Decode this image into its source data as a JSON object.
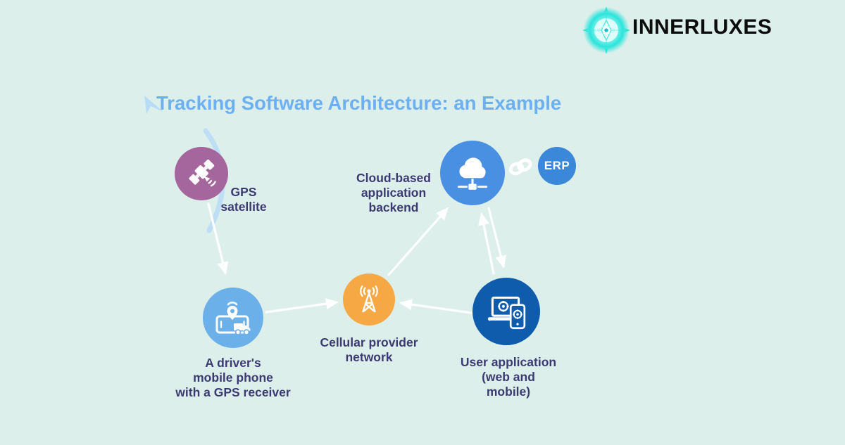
{
  "background_color": "#ddefea",
  "header": {
    "logo_text": "INNERLUXES",
    "logo_icon": "compass-target-icon",
    "logo_icon_color": "#2ee4dc",
    "logo_text_color": "#0c0c0c"
  },
  "title": {
    "text": "Tracking Software Architecture: an Example",
    "color": "#6cb0f2"
  },
  "diagram": {
    "label_color": "#3b3a72",
    "arrow_color": "#ffffff",
    "decoration_color": "#b9dcf6",
    "nodes": {
      "gps_satellite": {
        "lines": [
          "GPS",
          "satellite"
        ],
        "color": "#a5669d",
        "icon": "satellite-icon"
      },
      "driver_phone": {
        "lines": [
          "A driver's",
          "mobile phone",
          "with a GPS receiver"
        ],
        "color": "#6cb0ea",
        "icon": "phone-gps-truck-icon"
      },
      "cellular_network": {
        "lines": [
          "Cellular provider",
          "network"
        ],
        "color": "#f6a845",
        "icon": "radio-tower-icon"
      },
      "cloud_backend": {
        "lines": [
          "Cloud-based",
          "application",
          "backend"
        ],
        "color": "#4a90e2",
        "icon": "cloud-network-icon"
      },
      "erp": {
        "label": "ERP",
        "color": "#3b87d9"
      },
      "user_application": {
        "lines": [
          "User application",
          "(web and",
          "mobile)"
        ],
        "color": "#0e5cab",
        "icon": "laptop-mobile-icon"
      }
    },
    "connections": [
      {
        "from": "gps_satellite",
        "to": "driver_phone"
      },
      {
        "from": "driver_phone",
        "to": "cellular_network"
      },
      {
        "from": "cellular_network",
        "to": "cloud_backend"
      },
      {
        "from": "user_application",
        "to": "cellular_network"
      },
      {
        "from": "user_application",
        "to": "cloud_backend"
      },
      {
        "from": "cloud_backend",
        "to": "user_application"
      },
      {
        "from": "cloud_backend",
        "to": "erp",
        "via": "link-icon"
      }
    ]
  }
}
